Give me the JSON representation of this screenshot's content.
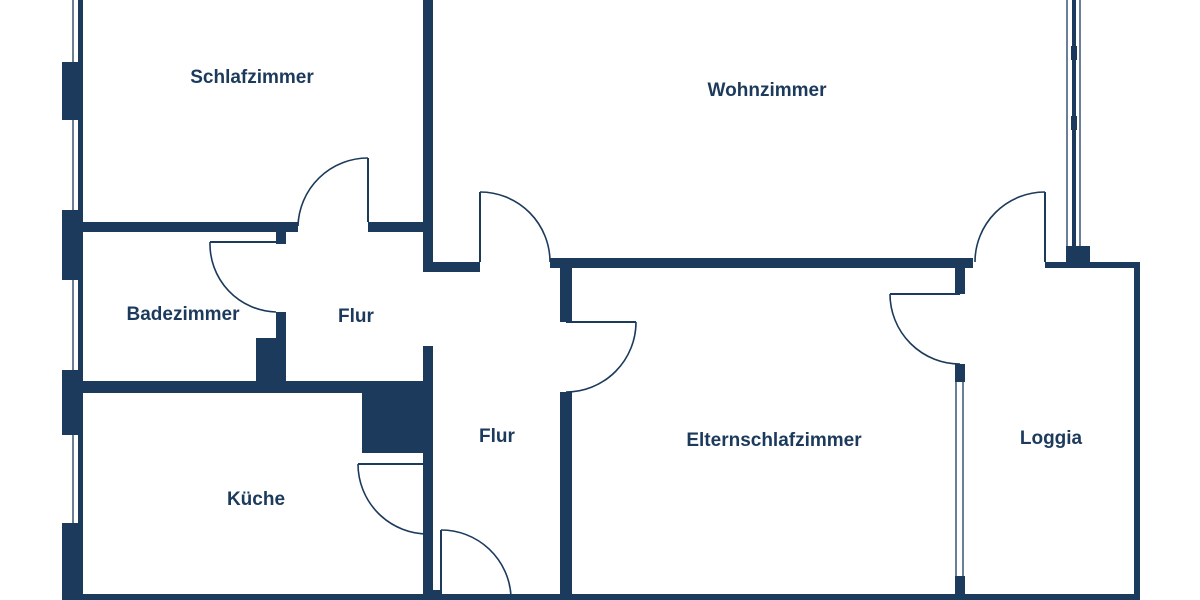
{
  "floor_plan": {
    "colors": {
      "wall": "#1b3a5c",
      "background": "#ffffff"
    },
    "rooms": {
      "schlafzimmer": "Schlafzimmer",
      "wohnzimmer": "Wohnzimmer",
      "badezimmer": "Badezimmer",
      "flur_upper": "Flur",
      "flur_lower": "Flur",
      "elternschlafzimmer": "Elternschlafzimmer",
      "loggia": "Loggia",
      "kueche": "Küche"
    }
  }
}
